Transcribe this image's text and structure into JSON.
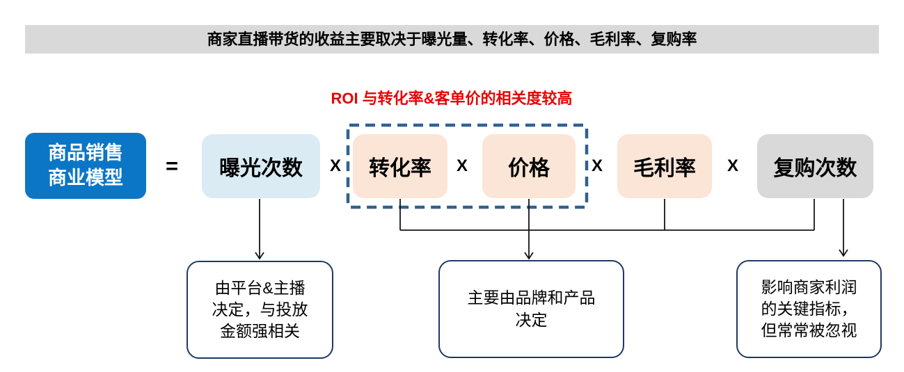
{
  "banner": {
    "text": "商家直播带货的收益主要取决于曝光量、转化率、价格、毛利率、复购率"
  },
  "callout": {
    "text": "ROI 与转化率&客单价的相关度较高"
  },
  "formula": {
    "result": "商品销售\n商业模型",
    "equals_sign": "=",
    "multiply_sign": "X",
    "terms": [
      {
        "label": "曝光次数"
      },
      {
        "label": "转化率"
      },
      {
        "label": "价格"
      },
      {
        "label": "毛利率"
      },
      {
        "label": "复购次数"
      }
    ]
  },
  "notes": [
    {
      "text": "由平台&主播\n决定，与投放\n金额强相关"
    },
    {
      "text": "主要由品牌和产品\n决定"
    },
    {
      "text": "影响商家利润\n的关键指标，\n但常常被忽视"
    }
  ],
  "colors": {
    "banner_bg": "#d9d9d9",
    "callout_red": "#e60505",
    "result_blue": "#0b76c6",
    "exposure_fill": "#daebf4",
    "peach_fill": "#fbe5d6",
    "gray_fill": "#d9d9d9",
    "dashed_border": "#31618f",
    "note_border": "#1f3864",
    "connector": "#141414"
  }
}
